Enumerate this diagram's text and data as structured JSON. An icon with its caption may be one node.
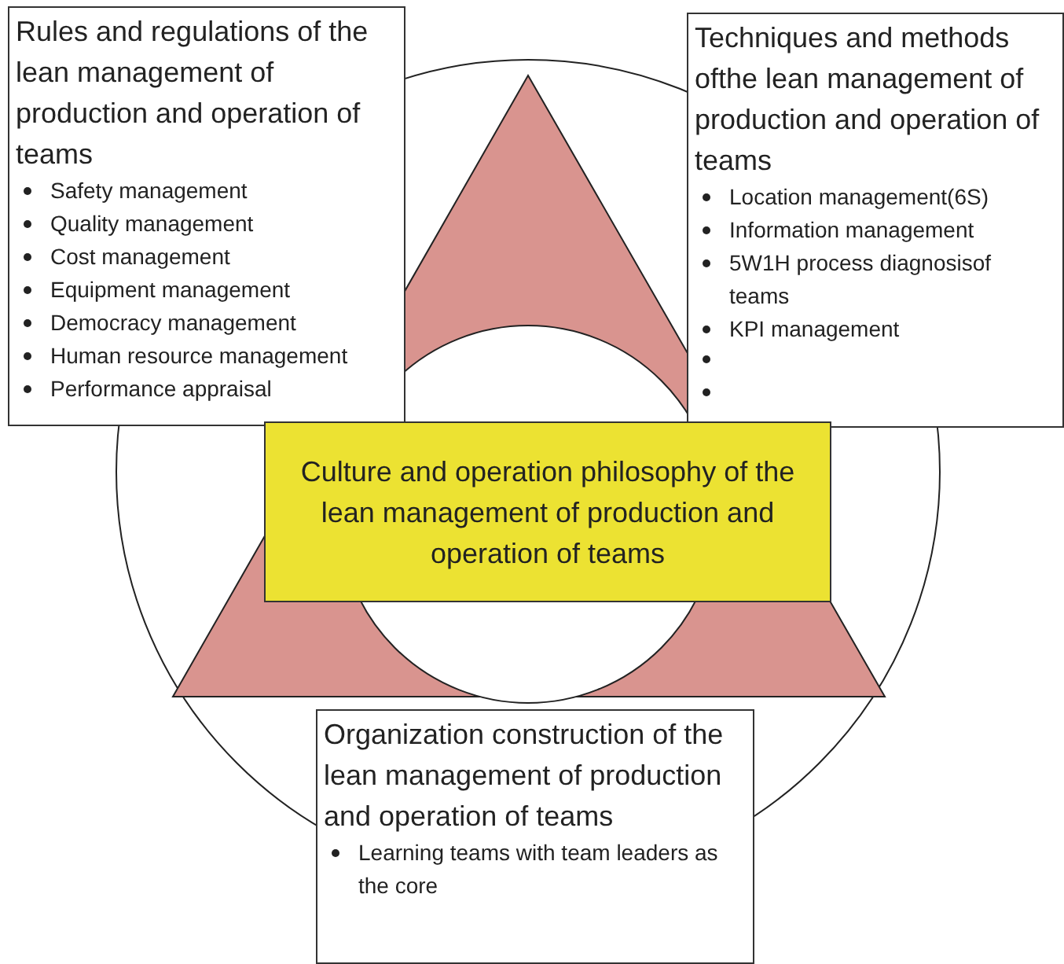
{
  "diagram": {
    "nodes": [
      {
        "text": [
          "Rules and regulations of the lean management of production and operation of teams",
          "Safety management",
          "Quality management",
          "Cost management",
          "Equipment management",
          "Democracy management",
          "Human resource management",
          "Performance appraisal"
        ]
      },
      {
        "text": [
          "Techniques and methods ofthe lean management of production and operation of teams",
          "Location management(6S)",
          "Information management",
          "5W1H process diagnosisof teams",
          "KPI management"
        ]
      },
      {
        "text": [
          "Culture and operation philosophy of the lean management of production and operation of teams"
        ]
      },
      {
        "text": [
          "Organization construction of the lean management of production and operation of teams",
          "Learning teams with team leaders as the core"
        ]
      }
    ]
  }
}
